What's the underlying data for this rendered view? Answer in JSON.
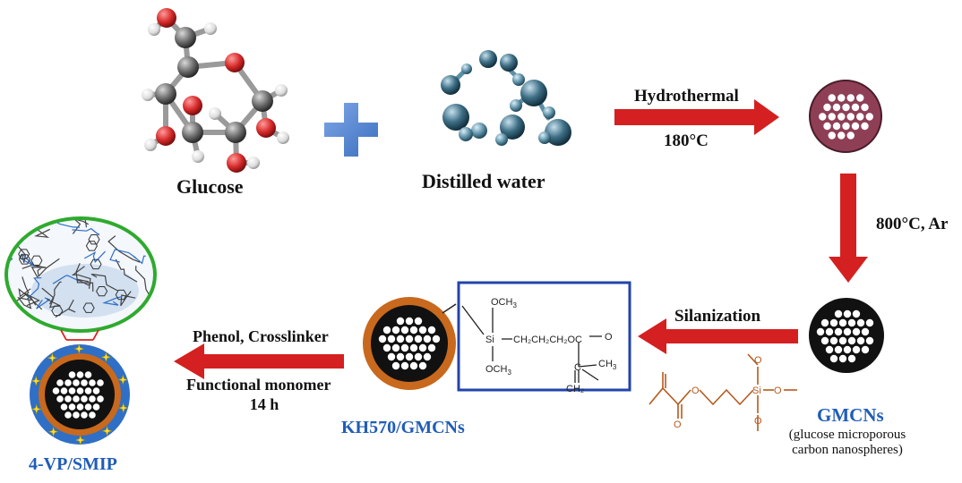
{
  "labels": {
    "glucose": "Glucose",
    "water": "Distilled water",
    "hydrothermal": "Hydrothermal",
    "temp180": "180°C",
    "carbonization": "800°C, Ar",
    "silanization": "Silanization",
    "gmcns": "GMCNs",
    "gmcns_desc_1": "(glucose microporous",
    "gmcns_desc_2": "carbon nanospheres)",
    "kh570": "KH570/GMCNs",
    "reagents": "Phenol, Crosslinker",
    "functional": "Functional monomer",
    "time": "14 h",
    "product": "4-VP/SMIP"
  },
  "structure": {
    "och3_top": "OCH",
    "och3_bottom": "OCH",
    "sub3": "3",
    "si": "Si",
    "chain": "CH₂CH₂CH₂OC",
    "o": "O",
    "c": "C",
    "ch3": "CH",
    "ch2": "CH₂",
    "kh_o": "O",
    "kh_si": "Si"
  },
  "colors": {
    "arrow": "#d42020",
    "oxygen": "#d62a2a",
    "carbon": "#6b6b6b",
    "hydrogen": "#e6e6e6",
    "water_sphere": "#3e6f86",
    "hydrochar": "#8e3f56",
    "core": "#111111",
    "shell": "#c8691e",
    "polymer_shell": "#2f6fc6",
    "box": "#2244aa",
    "inset_border": "#2eaa2e",
    "label_blue": "#1f5db8"
  }
}
